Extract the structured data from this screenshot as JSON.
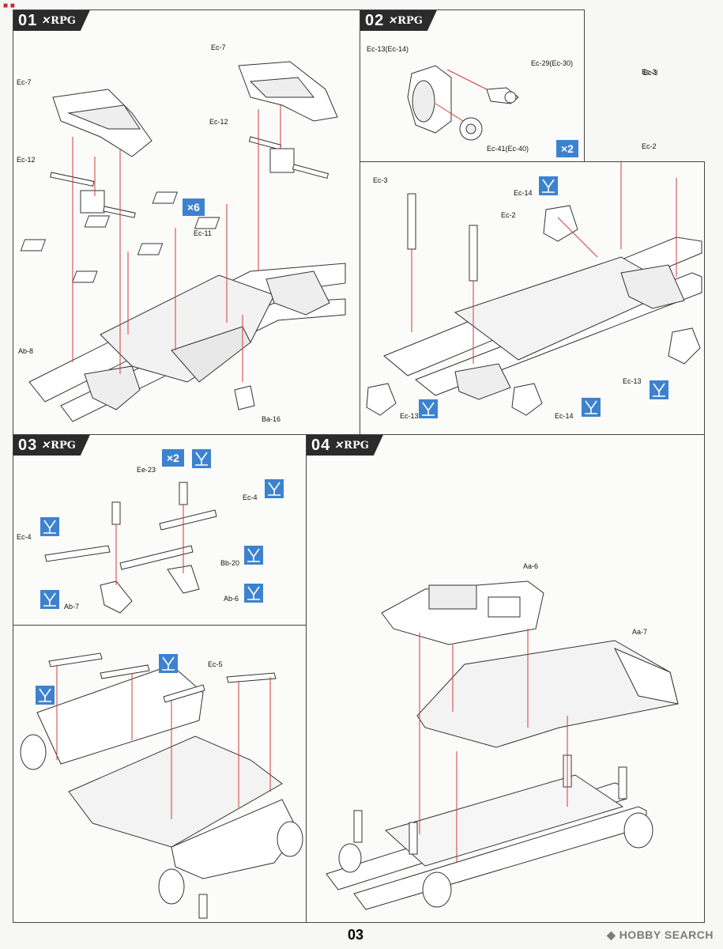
{
  "page": {
    "number": "03",
    "watermark": "HOBBY SEARCH"
  },
  "brand": "RPG",
  "steps": [
    {
      "num": "01"
    },
    {
      "num": "02"
    },
    {
      "num": "03"
    },
    {
      "num": "04"
    }
  ],
  "step1": {
    "labels": {
      "ec7_left": "Ec-7",
      "ec7_right": "Ec-7",
      "ec12_left": "Ec-12",
      "ec12_right": "Ec-12",
      "ec11": "Ec-11",
      "ab8": "Ab-8",
      "ba16": "Ba-16"
    },
    "qty": "×6"
  },
  "step2": {
    "labels": {
      "ec13": "Ec-13(Ec-14)",
      "ec29": "Ec-29(Ec-30)",
      "ec41": "Ec-41(Ec-40)",
      "ec3_top": "Ec-3",
      "ec2_top": "Ec-2",
      "ec3_left": "Ec-3",
      "ec14_top": "Ec-14",
      "ec2_mid": "Ec-2",
      "ec13_right": "Ec-13",
      "ec13_left": "Ec-13",
      "ec14_bottom": "Ec-14"
    },
    "qty": "×2"
  },
  "step3": {
    "labels": {
      "ee23": "Ee-23",
      "ec4_right": "Ec-4",
      "ec4_left": "Ec-4",
      "bb20": "Bb-20",
      "ab7": "Ab-7",
      "ab6": "Ab-6",
      "ec5": "Ec-5"
    },
    "qty": "×2"
  },
  "step4": {
    "labels": {
      "aa6": "Aa-6",
      "aa7": "Aa-7"
    }
  },
  "colors": {
    "accent": "#3d82cf",
    "badge": "#2b2b2b",
    "arrow": "#d23b3b"
  },
  "icons": [
    "cement-icon"
  ]
}
